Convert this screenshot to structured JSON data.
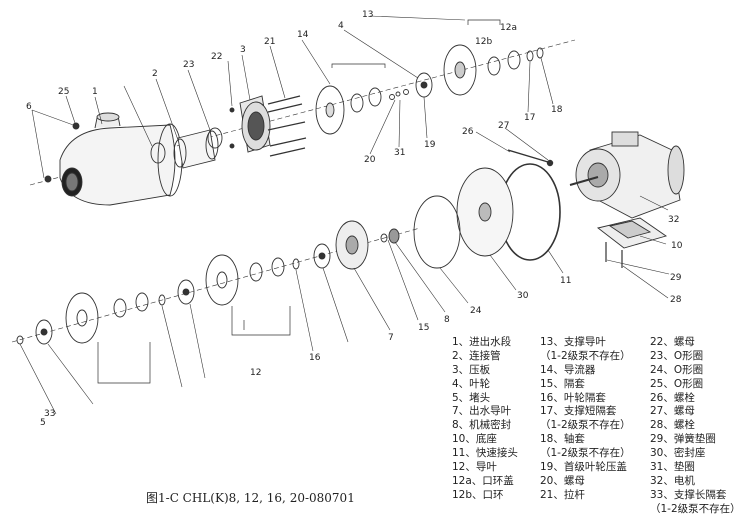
{
  "callouts": [
    "1",
    "2",
    "3",
    "4",
    "5",
    "6",
    "7",
    "8",
    "10",
    "11",
    "12",
    "12a",
    "12b",
    "13",
    "14",
    "15",
    "16",
    "17",
    "18",
    "19",
    "20",
    "21",
    "22",
    "23",
    "24",
    "25",
    "26",
    "27",
    "28",
    "29",
    "30",
    "31",
    "32",
    "33"
  ],
  "legend": {
    "col1": [
      "1、进出水段",
      "2、连接管",
      "3、压板",
      "4、叶轮",
      "5、堵头",
      "7、出水导叶",
      "8、机械密封",
      "10、底座",
      "11、快速接头",
      "12、导叶",
      "12a、口环盖",
      "12b、口环"
    ],
    "col2": [
      "13、支撑导叶",
      "（1-2级泵不存在）",
      "14、导流器",
      "15、隔套",
      "16、叶轮隔套",
      "17、支撑短隔套",
      "（1-2级泵不存在）",
      "18、轴套",
      "（1-2级泵不存在）",
      "19、首级叶轮压盖",
      "20、螺母",
      "21、拉杆"
    ],
    "col3": [
      "22、螺母",
      "23、O形圈",
      "24、O形圈",
      "25、O形圈",
      "26、螺栓",
      "27、螺母",
      "28、螺栓",
      "29、弹簧垫圈",
      "30、密封座",
      "31、垫圈",
      "32、电机",
      "33、支撑长隔套",
      "（1-2级泵不存在）"
    ]
  },
  "caption": "图1-C  CHL(K)8, 12, 16, 20-080701"
}
